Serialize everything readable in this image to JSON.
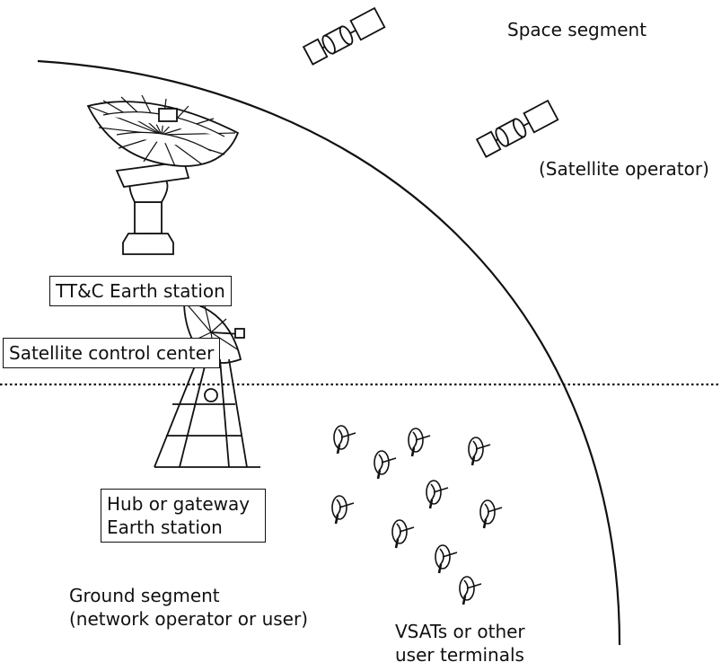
{
  "labels": {
    "space_segment": "Space segment",
    "satellite_operator": "(Satellite operator)",
    "ttc_station": "TT&C Earth station",
    "control_center": "Satellite control center",
    "hub_line1": "Hub or gateway",
    "hub_line2": "Earth station",
    "ground_line1": "Ground segment",
    "ground_line2": "(network operator or user)",
    "vsat_line1": "VSATs or other",
    "vsat_line2": "user terminals"
  },
  "icons": {
    "satellite": "satellite-icon",
    "large_antenna": "large-dish-antenna-icon",
    "hub_antenna": "hub-dish-antenna-icon",
    "vsat": "vsat-terminal-icon"
  },
  "colors": {
    "line": "#111111",
    "background": "#ffffff"
  }
}
